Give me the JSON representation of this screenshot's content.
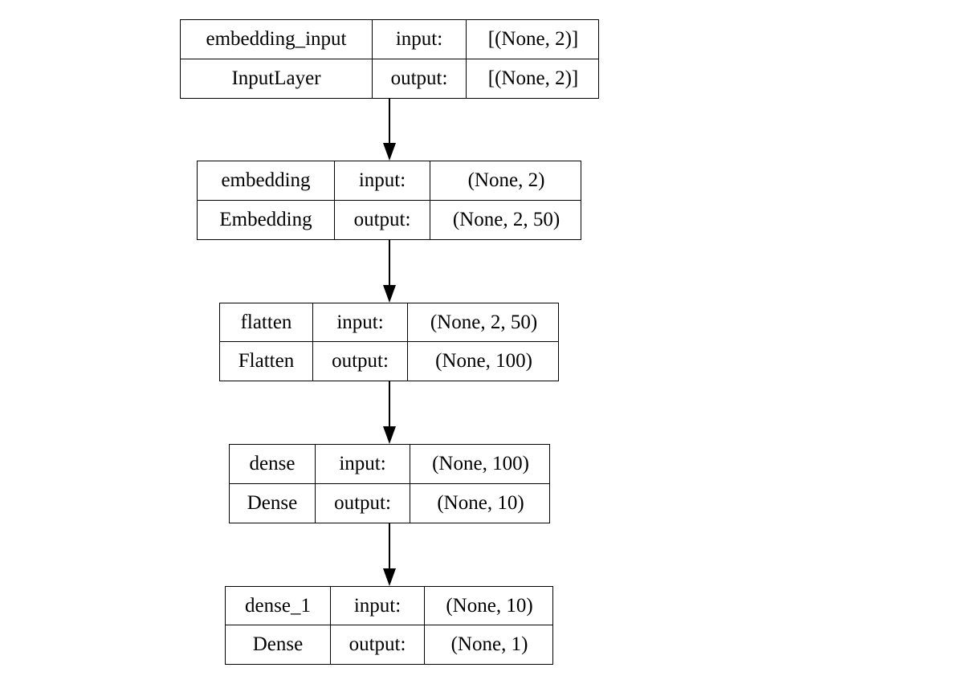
{
  "layers": [
    {
      "name": "embedding_input",
      "type": "InputLayer",
      "input_label": "input:",
      "output_label": "output:",
      "input_shape": "[(None, 2)]",
      "output_shape": "[(None, 2)]"
    },
    {
      "name": "embedding",
      "type": "Embedding",
      "input_label": "input:",
      "output_label": "output:",
      "input_shape": "(None, 2)",
      "output_shape": "(None, 2, 50)"
    },
    {
      "name": "flatten",
      "type": "Flatten",
      "input_label": "input:",
      "output_label": "output:",
      "input_shape": "(None, 2, 50)",
      "output_shape": "(None, 100)"
    },
    {
      "name": "dense",
      "type": "Dense",
      "input_label": "input:",
      "output_label": "output:",
      "input_shape": "(None, 100)",
      "output_shape": "(None, 10)"
    },
    {
      "name": "dense_1",
      "type": "Dense",
      "input_label": "input:",
      "output_label": "output:",
      "input_shape": "(None, 10)",
      "output_shape": "(None, 1)"
    }
  ],
  "edges": [
    {
      "from": "embedding_input",
      "to": "embedding"
    },
    {
      "from": "embedding",
      "to": "flatten"
    },
    {
      "from": "flatten",
      "to": "dense"
    },
    {
      "from": "dense",
      "to": "dense_1"
    }
  ]
}
